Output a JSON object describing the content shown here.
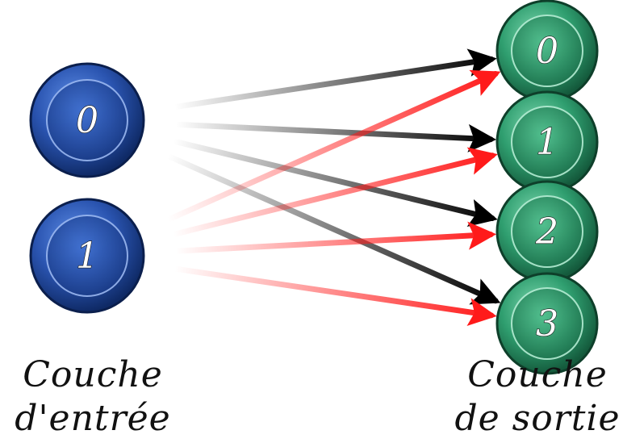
{
  "input_layer": {
    "caption_line1": "Couche",
    "caption_line2": "d'entrée",
    "nodes": [
      {
        "id": "in-0",
        "label": "0"
      },
      {
        "id": "in-1",
        "label": "1"
      }
    ]
  },
  "output_layer": {
    "caption_line1": "Couche",
    "caption_line2": "de sortie",
    "nodes": [
      {
        "id": "out-0",
        "label": "0"
      },
      {
        "id": "out-1",
        "label": "1"
      },
      {
        "id": "out-2",
        "label": "2"
      },
      {
        "id": "out-3",
        "label": "3"
      }
    ]
  },
  "connections": [
    {
      "from": "in-0",
      "to": "out-0",
      "color": "#000000"
    },
    {
      "from": "in-0",
      "to": "out-1",
      "color": "#000000"
    },
    {
      "from": "in-0",
      "to": "out-2",
      "color": "#000000"
    },
    {
      "from": "in-0",
      "to": "out-3",
      "color": "#000000"
    },
    {
      "from": "in-1",
      "to": "out-0",
      "color": "#ff0000"
    },
    {
      "from": "in-1",
      "to": "out-1",
      "color": "#ff0000"
    },
    {
      "from": "in-1",
      "to": "out-2",
      "color": "#ff0000"
    },
    {
      "from": "in-1",
      "to": "out-3",
      "color": "#ff0000"
    }
  ],
  "colors": {
    "input_node": "#2a54b0",
    "output_node": "#2f9e6f"
  }
}
